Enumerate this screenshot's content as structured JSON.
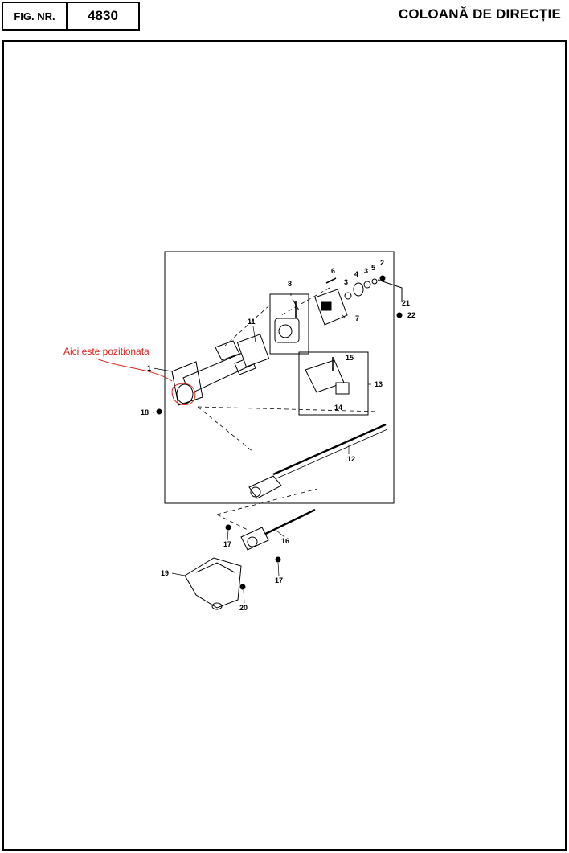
{
  "header": {
    "fig_label": "FIG. NR.",
    "fig_number": "4830",
    "title": "COLOANĂ DE DIRECȚIE"
  },
  "annotation": {
    "text": "Aici este pozitionata",
    "color": "#d8261c"
  },
  "callouts": [
    "1",
    "2",
    "3",
    "3",
    "4",
    "5",
    "6",
    "7",
    "8",
    "11",
    "12",
    "13",
    "14",
    "15",
    "16",
    "17",
    "17",
    "18",
    "19",
    "20",
    "21",
    "22"
  ]
}
